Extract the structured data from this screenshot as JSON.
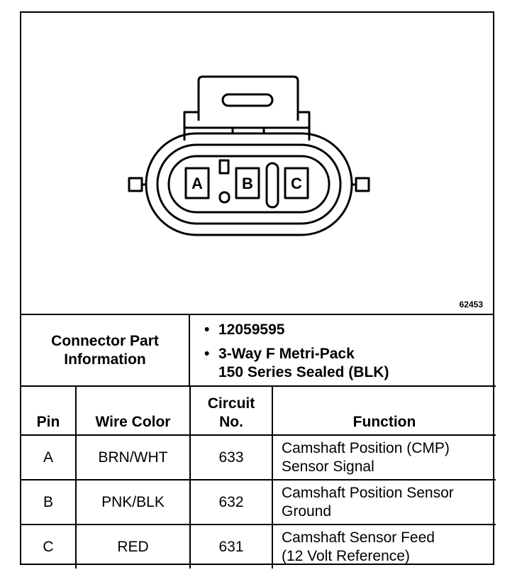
{
  "figure": {
    "pin_labels": [
      "A",
      "B",
      "C"
    ],
    "figure_code": "62453"
  },
  "connector_info": {
    "label_line1": "Connector Part",
    "label_line2": "Information",
    "part_number": "12059595",
    "description_line1": "3-Way F Metri-Pack",
    "description_line2": "150 Series Sealed (BLK)",
    "bullet": "•"
  },
  "table": {
    "headers": {
      "pin": "Pin",
      "wire_color": "Wire Color",
      "circuit_line1": "Circuit",
      "circuit_line2": "No.",
      "function": "Function"
    },
    "rows": [
      {
        "pin": "A",
        "wire_color": "BRN/WHT",
        "circuit": "633",
        "function_line1": "Camshaft Position (CMP)",
        "function_line2": "Sensor Signal"
      },
      {
        "pin": "B",
        "wire_color": "PNK/BLK",
        "circuit": "632",
        "function_line1": "Camshaft Position Sensor",
        "function_line2": "Ground"
      },
      {
        "pin": "C",
        "wire_color": "RED",
        "circuit": "631",
        "function_line1": "Camshaft Sensor Feed",
        "function_line2": "(12 Volt Reference)"
      }
    ]
  }
}
